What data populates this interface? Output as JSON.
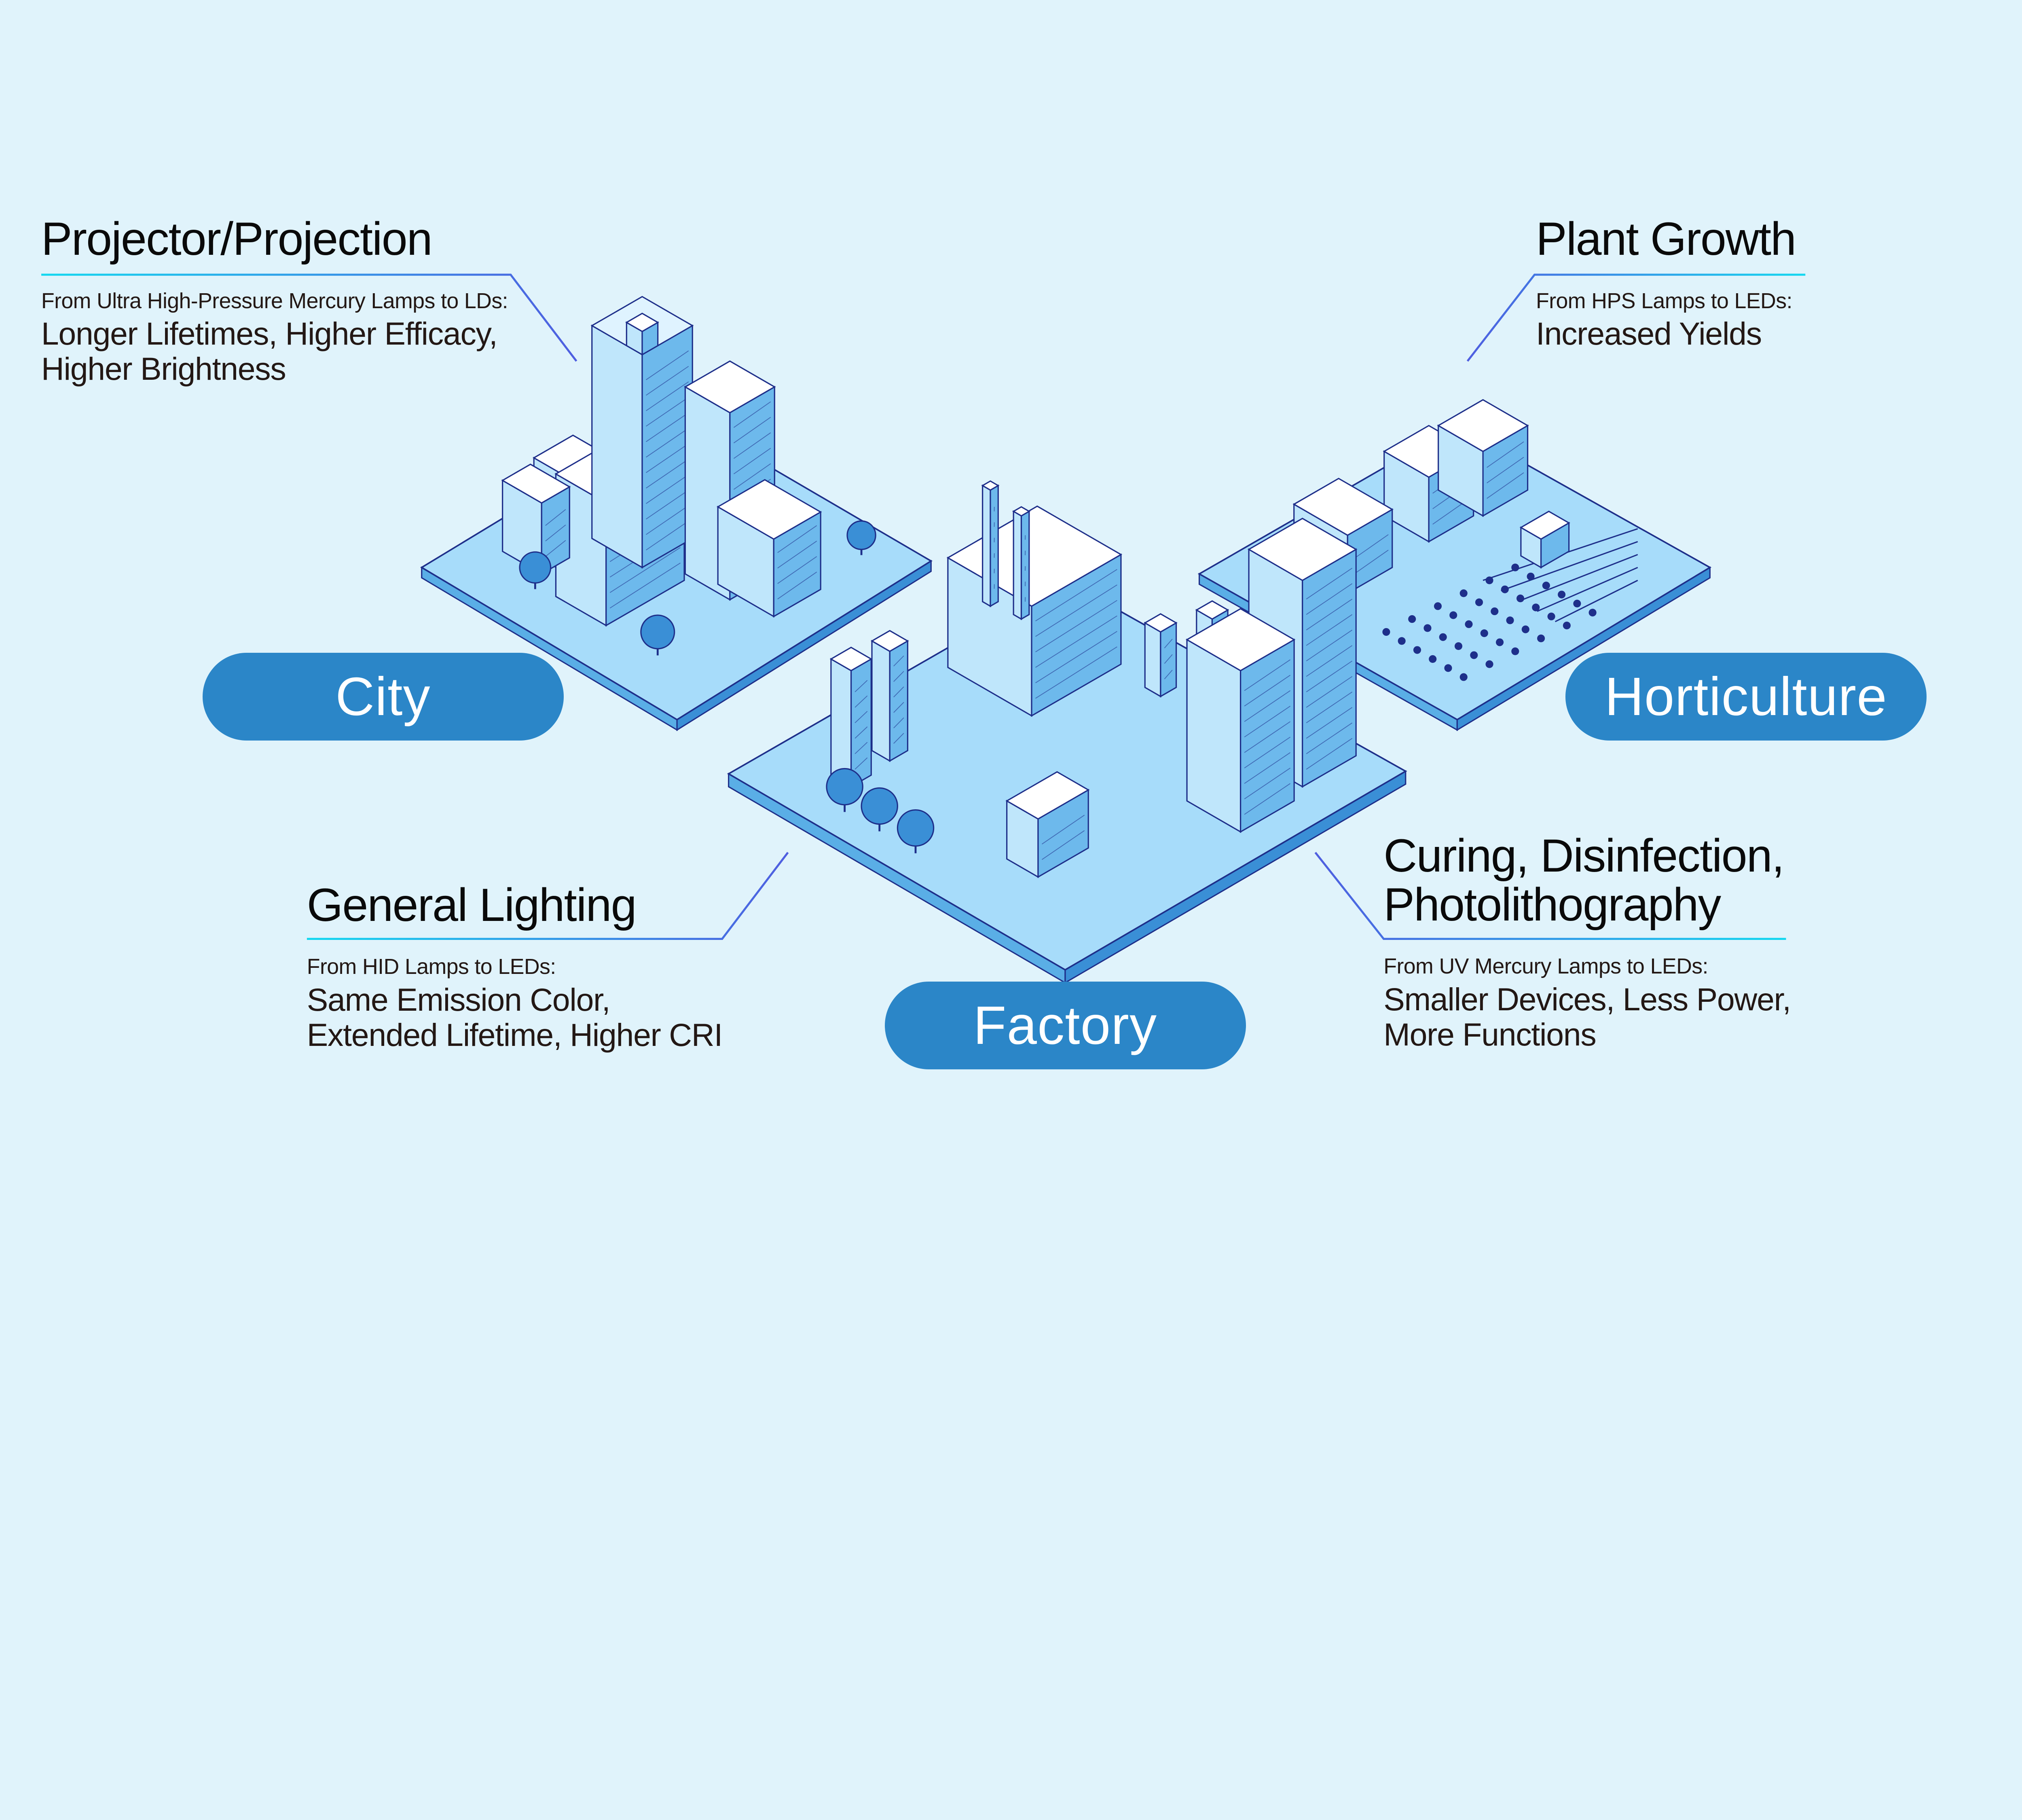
{
  "colors": {
    "background": "#e0f3fb",
    "pill": "#2b86c8",
    "platform_top": "#a7dcfa",
    "platform_side": "#3a8fd6",
    "outline": "#1e2f8a",
    "leader_line": "#4f5ee0",
    "leader_line_end": "#14d8f0"
  },
  "areas": {
    "city": {
      "label": "City"
    },
    "horticulture": {
      "label": "Horticulture"
    },
    "factory": {
      "label": "Factory"
    }
  },
  "callouts": {
    "projector": {
      "title": "Projector/Projection",
      "subtitle": "From Ultra High-Pressure Mercury Lamps to LDs:",
      "lines": [
        "Longer Lifetimes, Higher Efficacy,",
        "Higher Brightness"
      ]
    },
    "plant_growth": {
      "title": "Plant Growth",
      "subtitle": "From HPS Lamps to LEDs:",
      "lines": [
        "Increased Yields"
      ]
    },
    "general_lighting": {
      "title": "General Lighting",
      "subtitle": "From HID Lamps to LEDs:",
      "lines": [
        "Same Emission Color,",
        "Extended Lifetime, Higher CRI"
      ]
    },
    "curing": {
      "title_lines": [
        "Curing, Disinfection,",
        "Photolithography"
      ],
      "subtitle": "From UV Mercury Lamps to LEDs:",
      "lines": [
        "Smaller Devices, Less Power,",
        "More Functions"
      ]
    }
  }
}
